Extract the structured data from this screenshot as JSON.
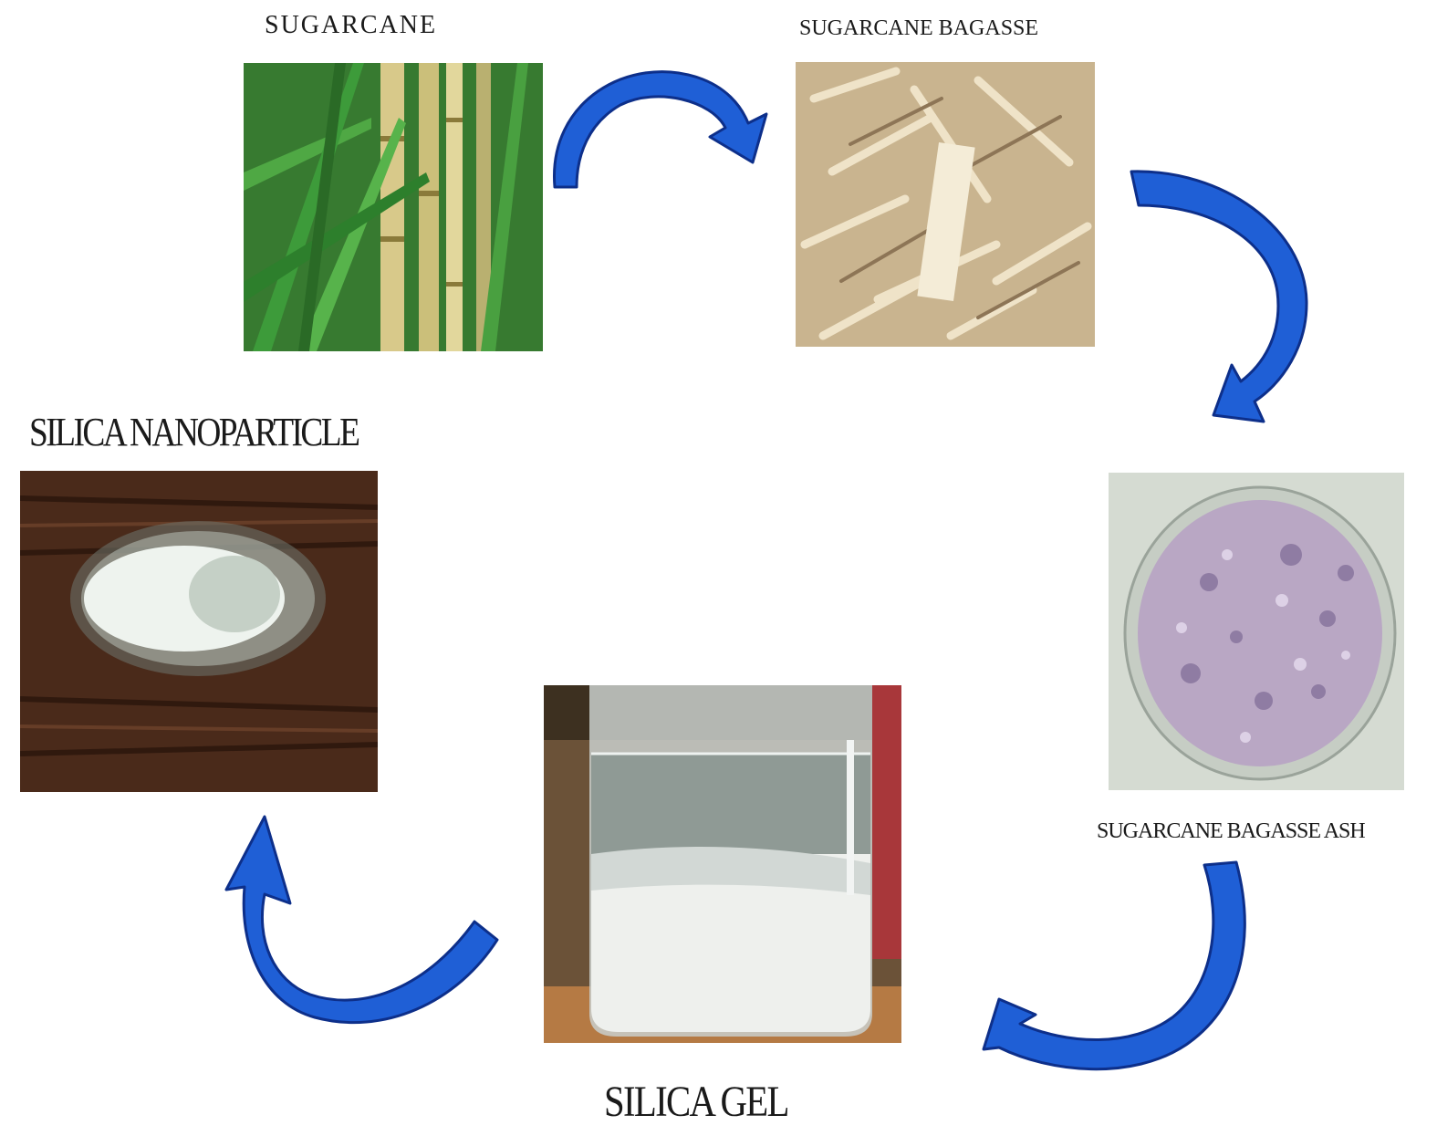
{
  "stages": {
    "sugarcane": {
      "label": "SUGARCANE",
      "image": "sugarcane-stalks-photo"
    },
    "bagasse": {
      "label": "SUGARCANE BAGASSE",
      "image": "bagasse-fibers-photo"
    },
    "ash": {
      "label": "SUGARCANE BAGASSE ASH",
      "image": "ash-in-petri-dish-photo"
    },
    "gel": {
      "label": "SILICA GEL",
      "image": "gel-in-beaker-photo"
    },
    "nanoparticle": {
      "label": "SILICA NANOPARTICLE",
      "image": "nanoparticle-powder-photo"
    }
  },
  "colors": {
    "arrow_fill": "#1f5fd6",
    "arrow_stroke": "#0d2f8a",
    "label_text": "#1a1a1a"
  }
}
